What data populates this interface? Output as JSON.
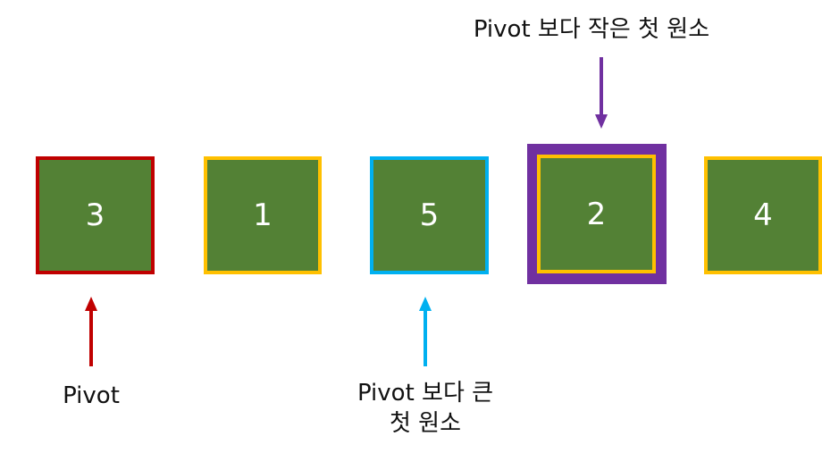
{
  "elements": [
    {
      "value": "3",
      "role": "pivot",
      "border_color": "#c00000"
    },
    {
      "value": "1",
      "role": "normal",
      "border_color": "#ffc000"
    },
    {
      "value": "5",
      "role": "first-larger",
      "border_color": "#00b0f0"
    },
    {
      "value": "2",
      "role": "first-smaller",
      "border_color": "#ffc000",
      "outer_border_color": "#7030a0"
    },
    {
      "value": "4",
      "role": "normal",
      "border_color": "#ffc000"
    }
  ],
  "labels": {
    "pivot": "Pivot",
    "first_larger_line1": "Pivot 보다 큰",
    "first_larger_line2": "첫 원소",
    "first_smaller": "Pivot 보다 작은 첫 원소"
  },
  "colors": {
    "box_fill": "#538135",
    "pivot_arrow": "#c00000",
    "larger_arrow": "#00b0f0",
    "smaller_arrow": "#7030a0"
  }
}
